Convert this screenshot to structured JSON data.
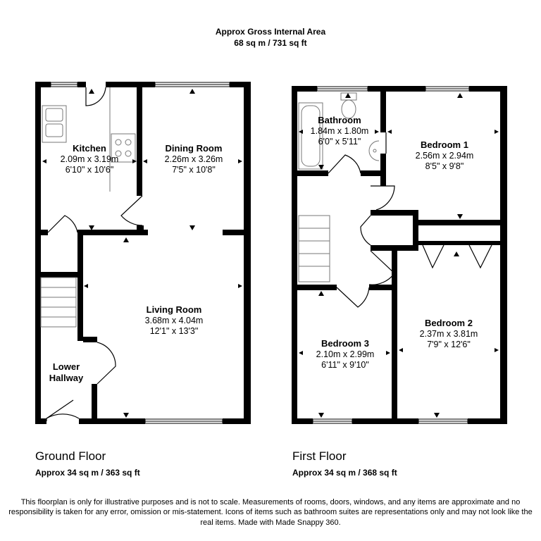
{
  "header": {
    "title": "Approx Gross Internal Area",
    "area": "68 sq m / 731 sq ft"
  },
  "floors": {
    "ground": {
      "name": "Ground Floor",
      "area": "Approx 34 sq m / 363 sq ft"
    },
    "first": {
      "name": "First Floor",
      "area": "Approx 34 sq m / 368 sq ft"
    }
  },
  "rooms": {
    "kitchen": {
      "name": "Kitchen",
      "metric": "2.09m x 3.19m",
      "imperial": "6'10\" x 10'6\""
    },
    "dining": {
      "name": "Dining Room",
      "metric": "2.26m x 3.26m",
      "imperial": "7'5\" x 10'8\""
    },
    "living": {
      "name": "Living Room",
      "metric": "3.68m x 4.04m",
      "imperial": "12'1\" x 13'3\""
    },
    "hallway": {
      "name_line1": "Lower",
      "name_line2": "Hallway"
    },
    "bathroom": {
      "name": "Bathroom",
      "metric": "1.84m x 1.80m",
      "imperial": "6'0\" x 5'11\""
    },
    "bedroom1": {
      "name": "Bedroom 1",
      "metric": "2.56m x 2.94m",
      "imperial": "8'5\" x 9'8\""
    },
    "bedroom2": {
      "name": "Bedroom 2",
      "metric": "2.37m x 3.81m",
      "imperial": "7'9\" x 12'6\""
    },
    "bedroom3": {
      "name": "Bedroom 3",
      "metric": "2.10m x 2.99m",
      "imperial": "6'11\" x 9'10\""
    }
  },
  "disclaimer": "This floorplan is only for illustrative purposes and is not to scale. Measurements of rooms, doors, windows, and any items are approximate and no responsibility is taken for any error, omission or mis-statement. Icons of items such as bathroom suites are representations only and may not look like the real items. Made with Made Snappy 360.",
  "colors": {
    "wall": "#000000",
    "fixture": "#777777",
    "background": "#ffffff"
  }
}
